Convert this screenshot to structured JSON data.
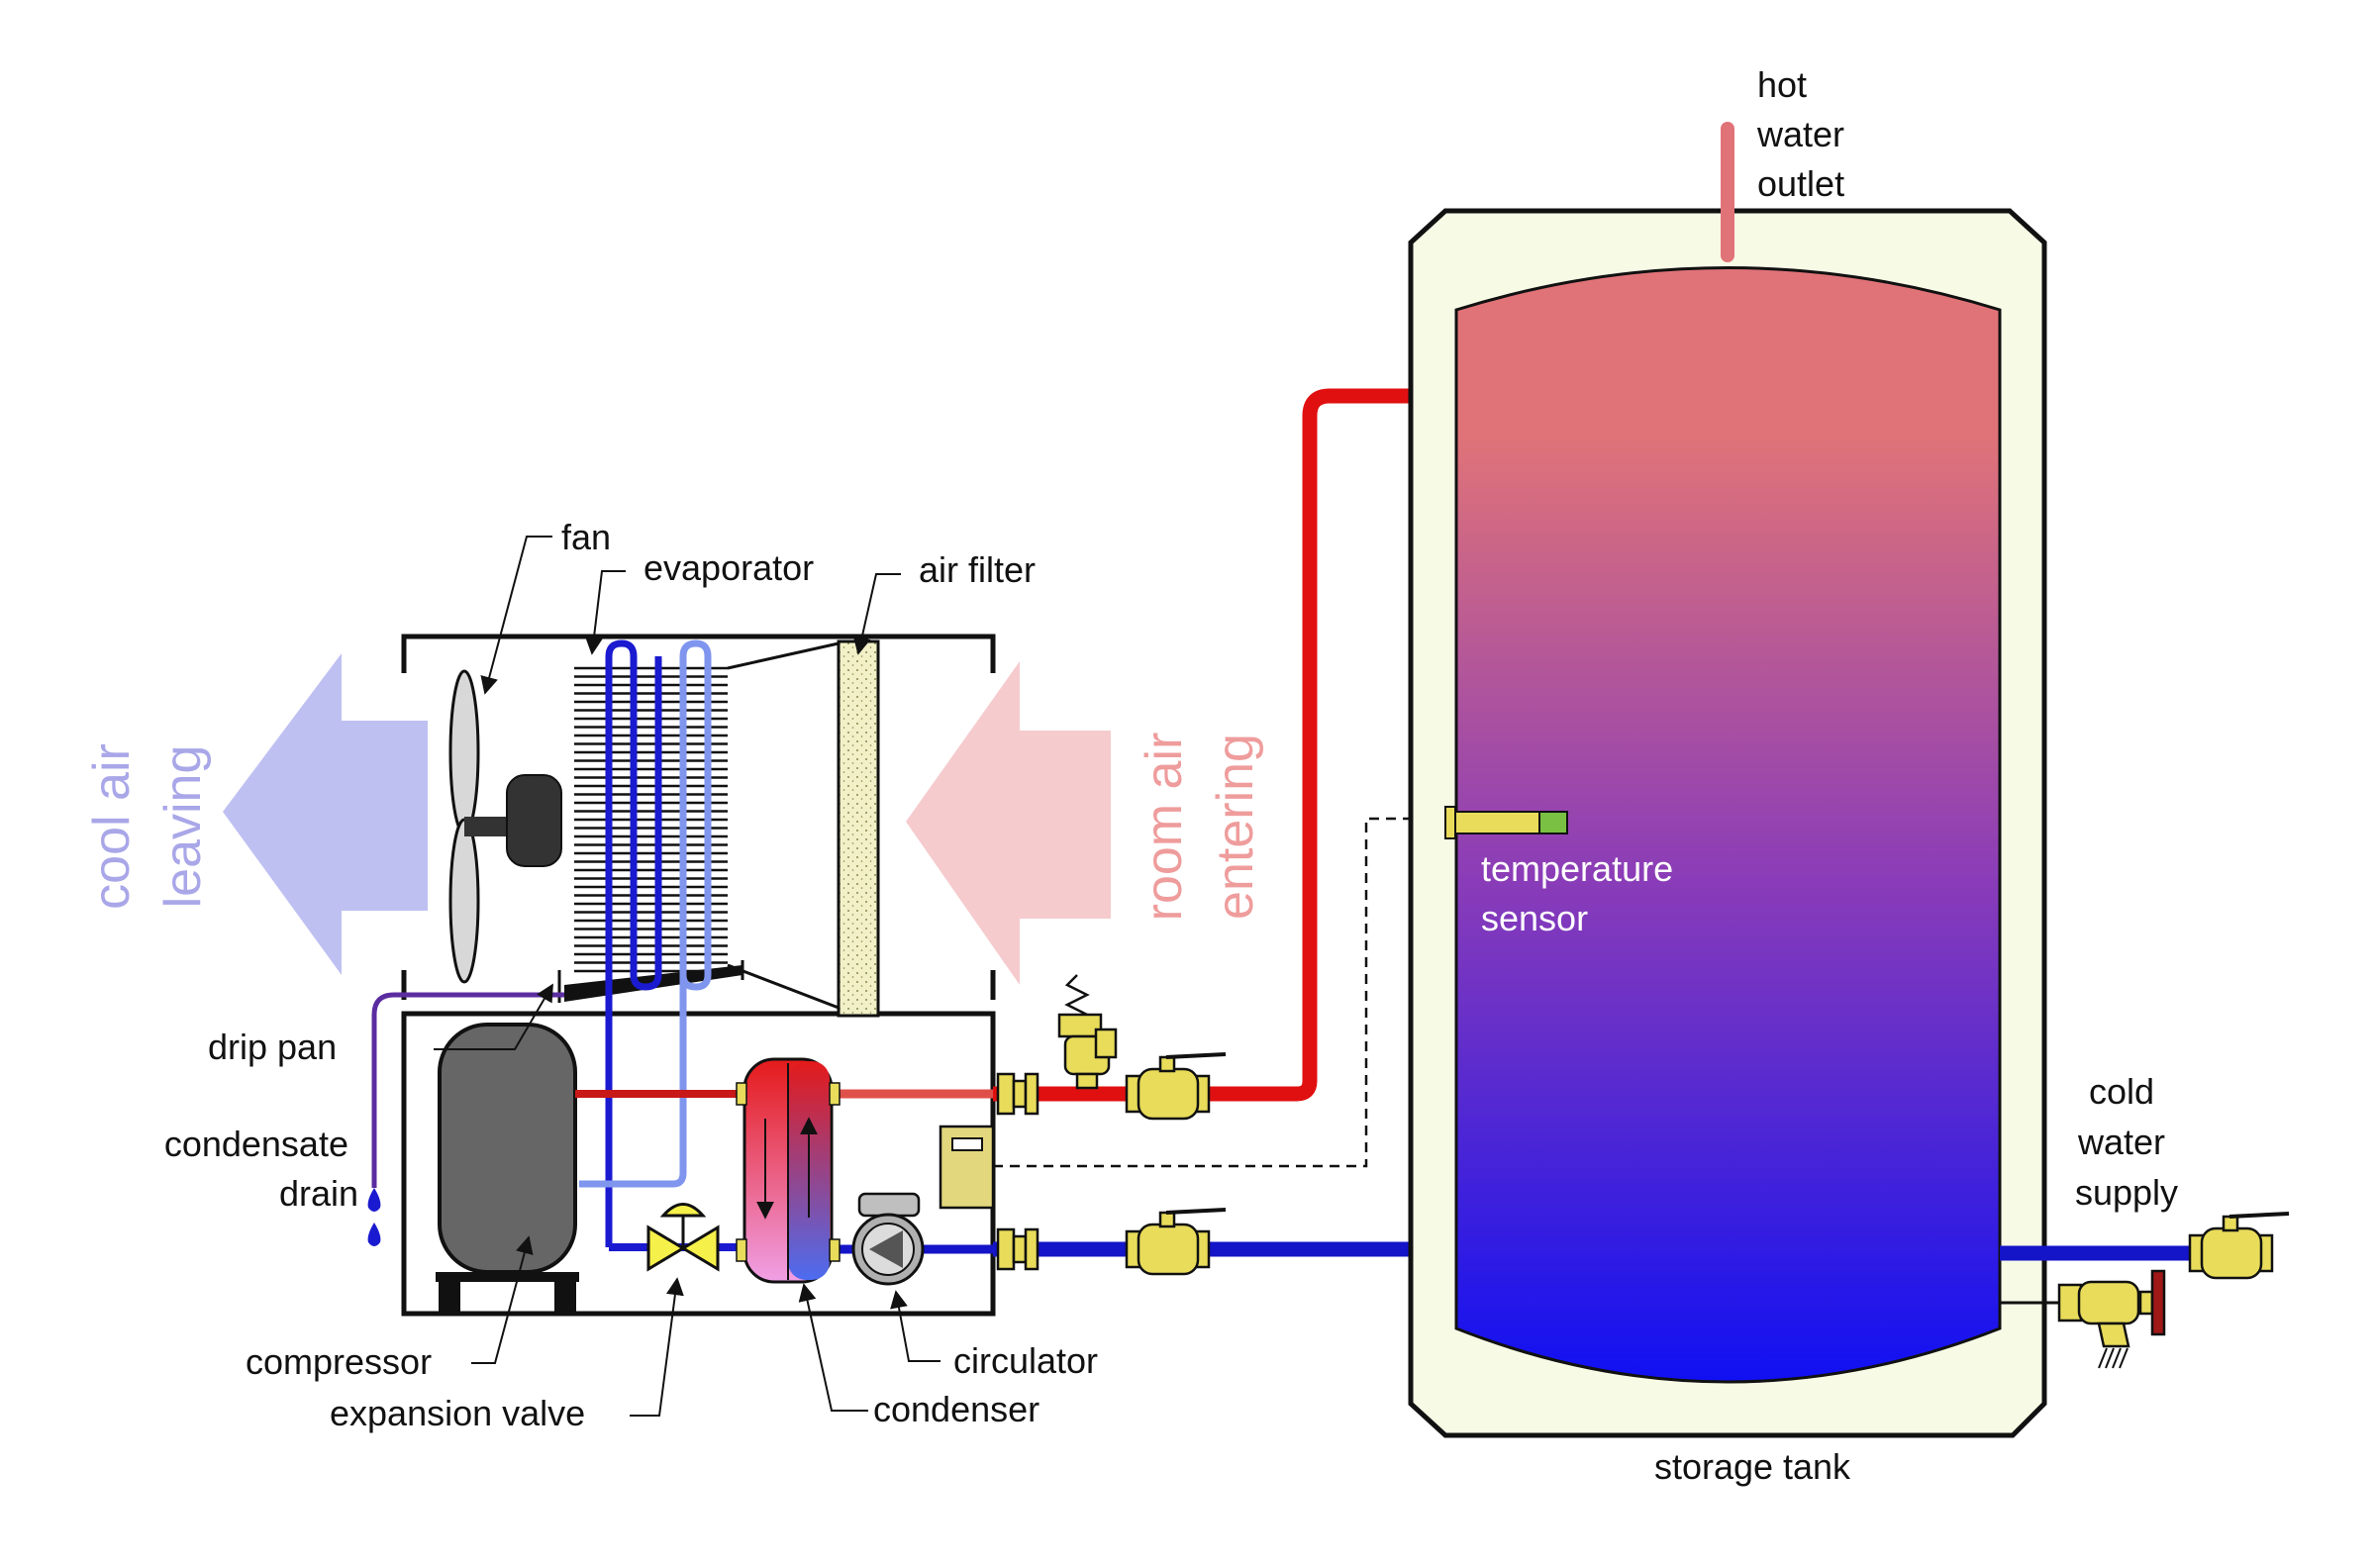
{
  "labels": {
    "fan": "fan",
    "evaporator": "evaporator",
    "air_filter": "air filter",
    "drip_pan": "drip pan",
    "condensate_drain": [
      "condensate",
      "drain"
    ],
    "compressor": "compressor",
    "expansion_valve": "expansion valve",
    "circulator": "circulator",
    "condenser": "condenser",
    "temperature_sensor": [
      "temperature",
      "sensor"
    ],
    "hot_water_outlet": [
      "hot",
      "water",
      "outlet"
    ],
    "cold_water_supply": [
      "cold",
      "water",
      "supply"
    ],
    "storage_tank": "storage tank",
    "cool_air_leaving": [
      "cool air",
      "leaving"
    ],
    "room_air_entering": [
      "room air",
      "entering"
    ]
  },
  "colors": {
    "hot_pipe": "#e01010",
    "cold_pipe": "#1414c8",
    "refrigerant_dark": "#1a1ad0",
    "refrigerant_light": "#7f95ee",
    "tank_shell": "#f7fbe6",
    "tank_top": "#e07378",
    "tank_bottom": "#1010f2",
    "cool_arrow": "#bfc0f2",
    "room_arrow": "#f5cbce",
    "cool_text": "#a9a7e8",
    "room_text": "#ef9c9c",
    "brass": "#e8dc5a",
    "compressor": "#666666",
    "air_filter": "#f1f0c7"
  }
}
